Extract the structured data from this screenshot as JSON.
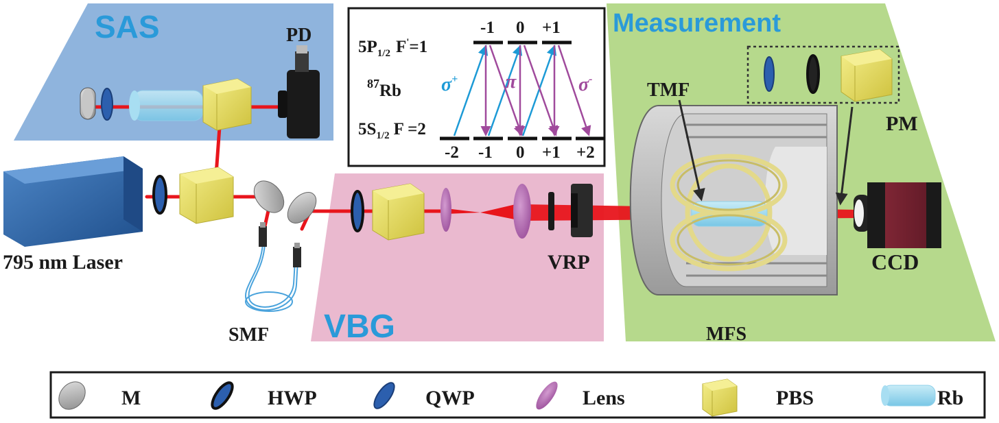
{
  "panels": {
    "sas": "SAS",
    "vbg": "VBG",
    "measurement": "Measurement"
  },
  "components": {
    "pd": "PD",
    "laser": "795 nm Laser",
    "smf": "SMF",
    "vrp": "VRP",
    "tmf": "TMF",
    "pm": "PM",
    "ccd": "CCD",
    "mfs": "MFS"
  },
  "level_diagram": {
    "upper_state": "5P",
    "upper_sub": "1/2",
    "upper_f": "F",
    "upper_prime": "'",
    "upper_val": "=1",
    "lower_state": "5S",
    "lower_sub": "1/2",
    "lower_f": "F =2",
    "isotope_mass": "87",
    "isotope": "Rb",
    "upper_levels": [
      "-1",
      "0",
      "+1"
    ],
    "lower_levels": [
      "-2",
      "-1",
      "0",
      "+1",
      "+2"
    ],
    "sigma_plus": "σ",
    "sigma_plus_sup": "+",
    "pi": "π",
    "sigma_minus": "σ",
    "sigma_minus_sup": "-"
  },
  "legend": [
    {
      "symbol": "mirror",
      "label": "M"
    },
    {
      "symbol": "half-wave-plate",
      "label": "HWP"
    },
    {
      "symbol": "quarter-wave-plate",
      "label": "QWP"
    },
    {
      "symbol": "lens",
      "label": "Lens"
    },
    {
      "symbol": "polarizing-beam-splitter",
      "label": "PBS"
    },
    {
      "symbol": "rb-cell",
      "label": "Rb"
    }
  ],
  "colors": {
    "sas_panel": "#8fb4dd",
    "vbg_panel": "#eab9cf",
    "measurement_panel": "#b6d98c",
    "laser_beam": "#e8151c",
    "sigma_plus": "#1c9ad6",
    "pi": "#a04a9c",
    "sigma_minus": "#a04a9c",
    "title_blue": "#2a9ad9"
  }
}
